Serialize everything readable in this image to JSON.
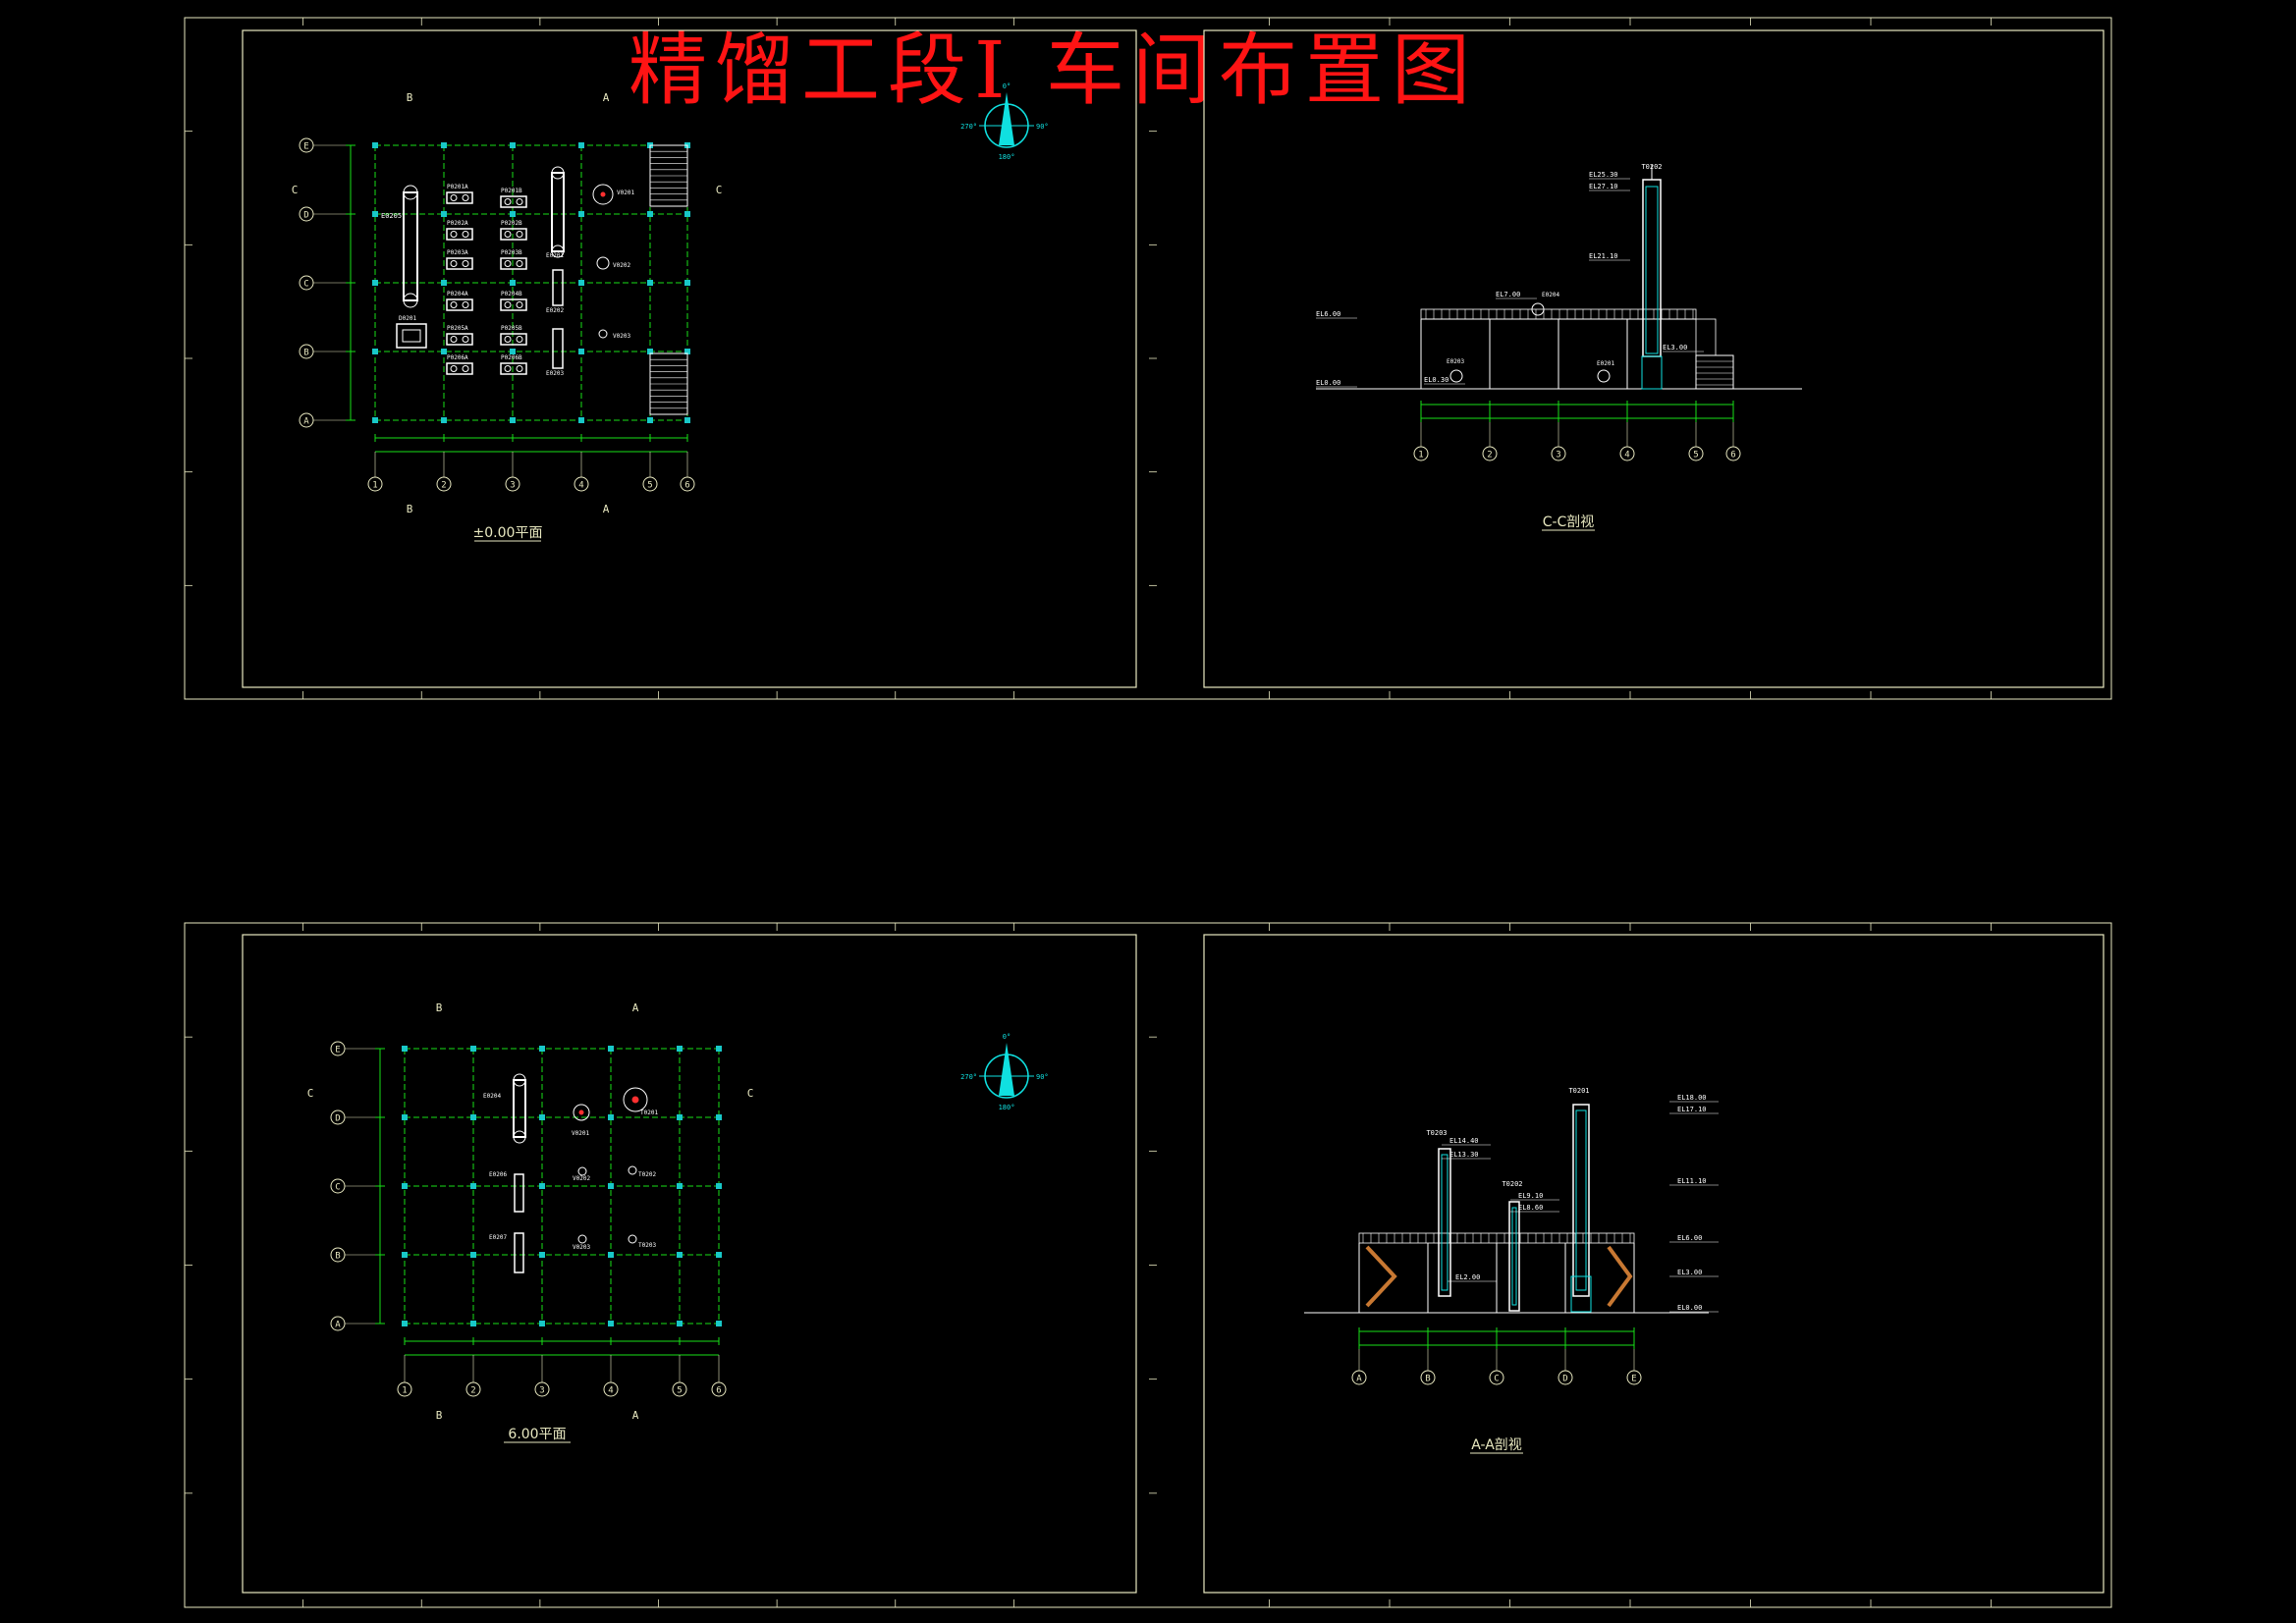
{
  "title": "精馏工段Ⅰ  车间布置图",
  "colors": {
    "background": "#000000",
    "frame": "#e8e8c0",
    "title": "#ff1414",
    "grid": "#18e018",
    "column_node": "#18c8c8",
    "equipment": "#ffffff",
    "compass": "#10e0e0",
    "hatch": "#c87832"
  },
  "views": {
    "plan0": {
      "caption": "±0.00平面",
      "row_axes": [
        "E",
        "D",
        "C",
        "B",
        "A"
      ],
      "col_axes": [
        "1",
        "2",
        "3",
        "4",
        "5",
        "6"
      ],
      "section_marks": [
        "B",
        "A",
        "C"
      ],
      "equipment_labels": [
        "E0205",
        "P0201A",
        "P0201B",
        "P0202A",
        "P0202B",
        "P0203A",
        "P0203B",
        "P0204A",
        "P0204B",
        "P0205A",
        "P0205B",
        "P0206A",
        "P0206B",
        "V0201",
        "V0202",
        "V0203",
        "E0201",
        "E0202",
        "E0203",
        "D0201"
      ]
    },
    "section_cc": {
      "caption": "C-C剖视",
      "col_axes": [
        "1",
        "2",
        "3",
        "4",
        "5",
        "6"
      ],
      "tower_label": "T0202",
      "elevations": [
        "EL25.30",
        "EL27.10",
        "EL21.10",
        "EL7.00",
        "EL6.00",
        "EL0.00",
        "EL0.30",
        "EL3.00"
      ],
      "equipment_labels": [
        "E0204",
        "E0203",
        "E0201"
      ]
    },
    "plan6": {
      "caption": "6.00平面",
      "row_axes": [
        "E",
        "D",
        "C",
        "B",
        "A"
      ],
      "col_axes": [
        "1",
        "2",
        "3",
        "4",
        "5",
        "6"
      ],
      "section_marks": [
        "B",
        "A",
        "C"
      ],
      "equipment_labels": [
        "E0204",
        "E0206",
        "E0207",
        "V0201",
        "V0202",
        "V0203",
        "T0201",
        "T0202",
        "T0203"
      ]
    },
    "section_aa": {
      "caption": "A-A剖视",
      "row_axes": [
        "A",
        "B",
        "C",
        "D",
        "E"
      ],
      "tower_labels": [
        "T0203",
        "T0202",
        "T0201"
      ],
      "elevations": [
        "EL18.00",
        "EL17.10",
        "EL14.40",
        "EL13.30",
        "EL11.10",
        "EL9.10",
        "EL8.60",
        "EL6.00",
        "EL3.00",
        "EL2.00",
        "EL0.00"
      ]
    }
  },
  "compass": {
    "north": "0°",
    "east": "90°",
    "south": "180°",
    "west": "270°"
  }
}
